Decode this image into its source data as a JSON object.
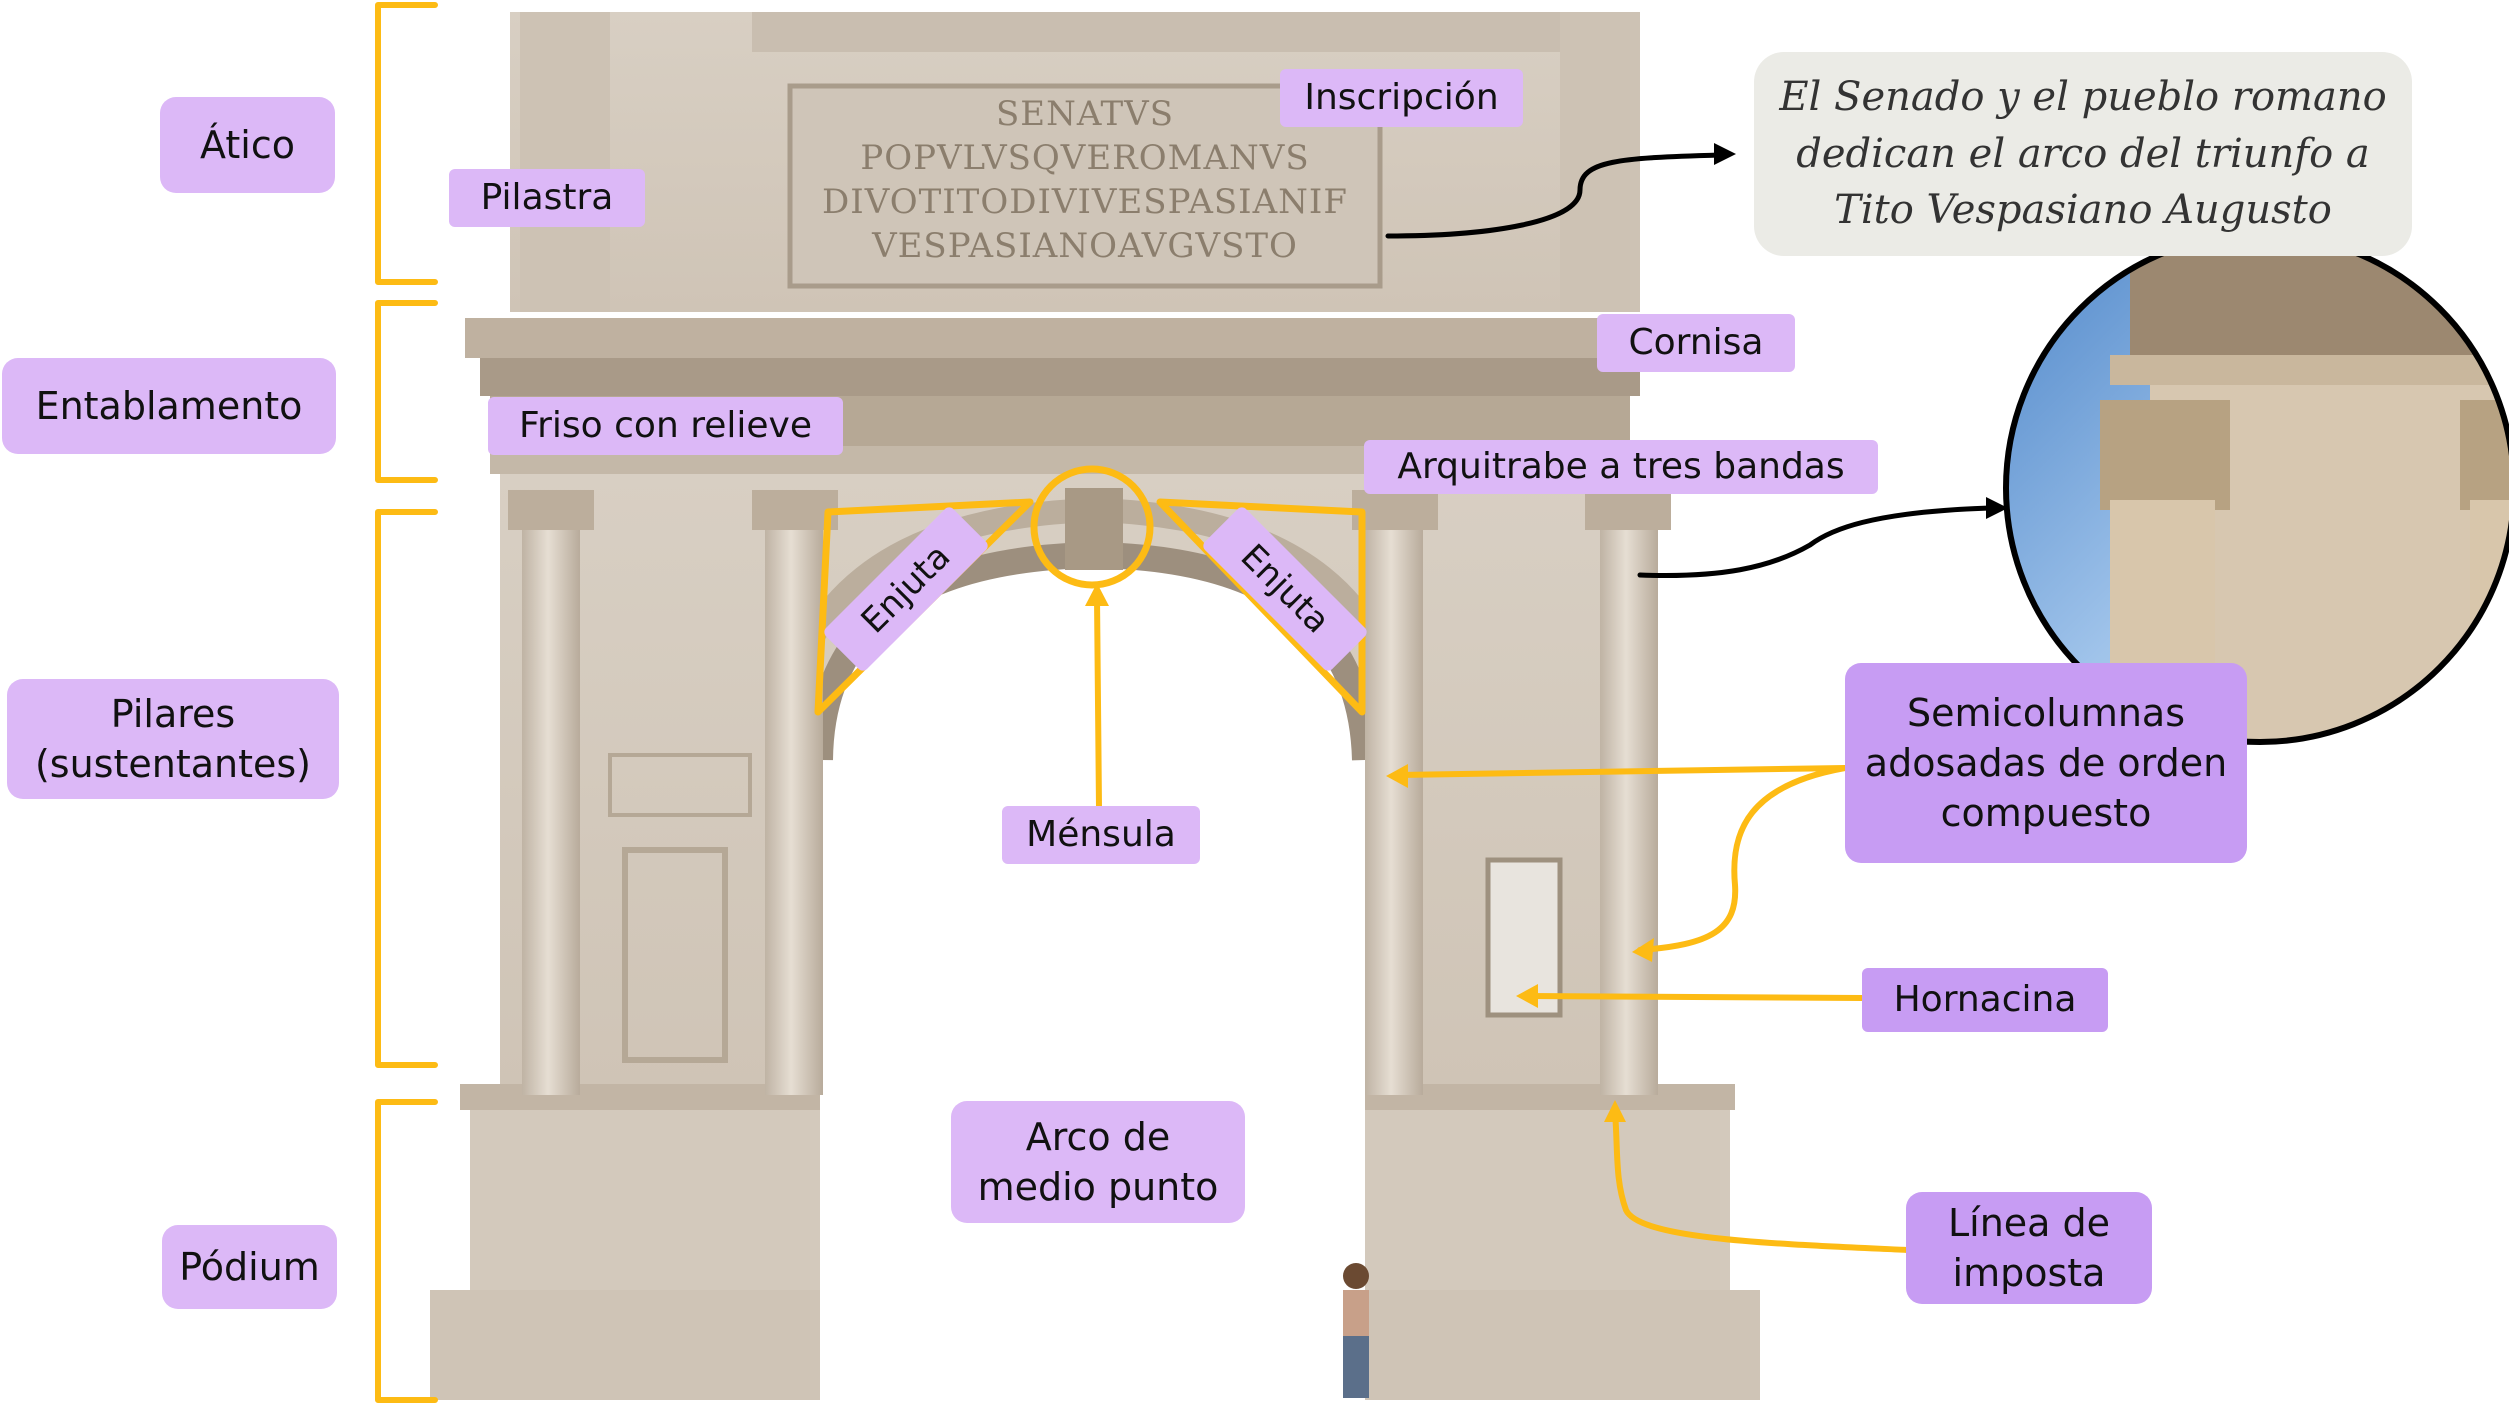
{
  "colors": {
    "bracket": "#fdbb14",
    "label_bg": "#dcb8f7",
    "label_bg_strong": "#c79cf3",
    "callout_bg": "#ebebe6",
    "stone": "#d9cfc2",
    "arrow_dark": "#000000"
  },
  "sections": {
    "atico": "Ático",
    "entablamento": "Entablamento",
    "pilares": "Pilares\n(sustentantes)",
    "podium": "Pódium"
  },
  "labels": {
    "pilastra": "Pilastra",
    "inscripcion": "Inscripción",
    "cornisa": "Cornisa",
    "friso": "Friso con relieve",
    "arquitrabe": "Arquitrabe a tres bandas",
    "enjuta_left": "Enjuta",
    "enjuta_right": "Enjuta",
    "mensula": "Ménsula",
    "semicolumnas": "Semicolumnas\nadosadas de orden\ncompuesto",
    "hornacina": "Hornacina",
    "arco": "Arco de\nmedio punto",
    "imposta": "Línea de\nimposta"
  },
  "translation": "El Senado y el pueblo romano\ndedican el arco del triunfo a\nTito Vespasiano Augusto",
  "inscription_lines": [
    "SENATVS",
    "POPVLVSQVEROMANVS",
    "DIVOTITODIVIVESPASIANIF",
    "VESPASIANOAVGVSTO"
  ],
  "icons": {
    "zoom_circle": "capital-detail-magnifier",
    "arch": "arch-of-titus-photo"
  }
}
